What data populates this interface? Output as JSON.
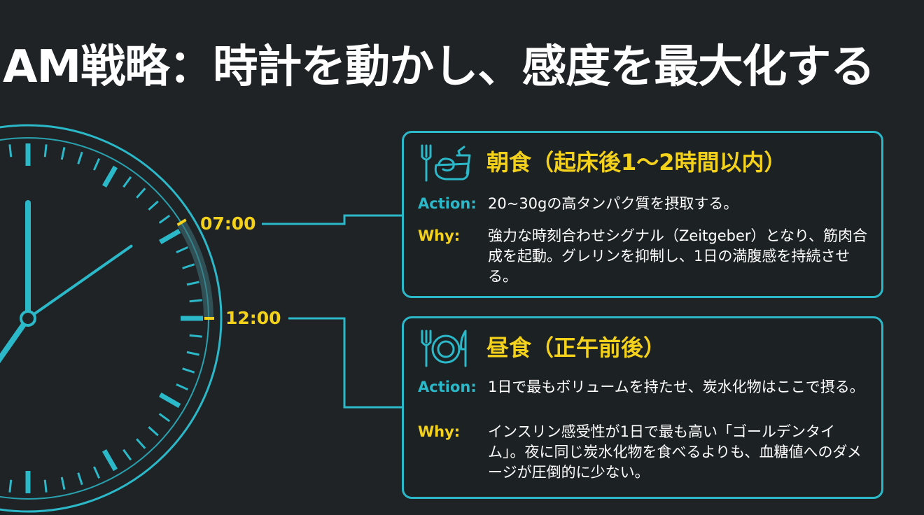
{
  "title": "AM戦略：時計を動かし、感度を最大化する",
  "colors": {
    "background": "#1f2326",
    "accent_cyan": "#2bb8c8",
    "accent_yellow": "#f4d21b",
    "text": "#ffffff"
  },
  "times": {
    "breakfast": "07:00",
    "lunch": "12:00"
  },
  "cards": {
    "breakfast": {
      "icon": "breakfast-icon",
      "title": "朝食（起床後1〜2時間以内）",
      "action_label": "Action:",
      "action_text": "20~30gの高タンパク質を摂取する。",
      "why_label": "Why:",
      "why_text": "強力な時刻合わせシグナル（Zeitgeber）となり、筋肉合成を起動。グレリンを抑制し、1日の満腹感を持続させる。"
    },
    "lunch": {
      "icon": "plate-cutlery-icon",
      "title": "昼食（正午前後）",
      "action_label": "Action:",
      "action_text": "1日で最もボリュームを持たせ、炭水化物はここで摂る。",
      "why_label": "Why:",
      "why_text": "インスリン感受性が1日で最も高い「ゴールデンタイム」。夜に同じ炭水化物を食べるよりも、血糖値へのダメージが圧倒的に少ない。"
    }
  }
}
